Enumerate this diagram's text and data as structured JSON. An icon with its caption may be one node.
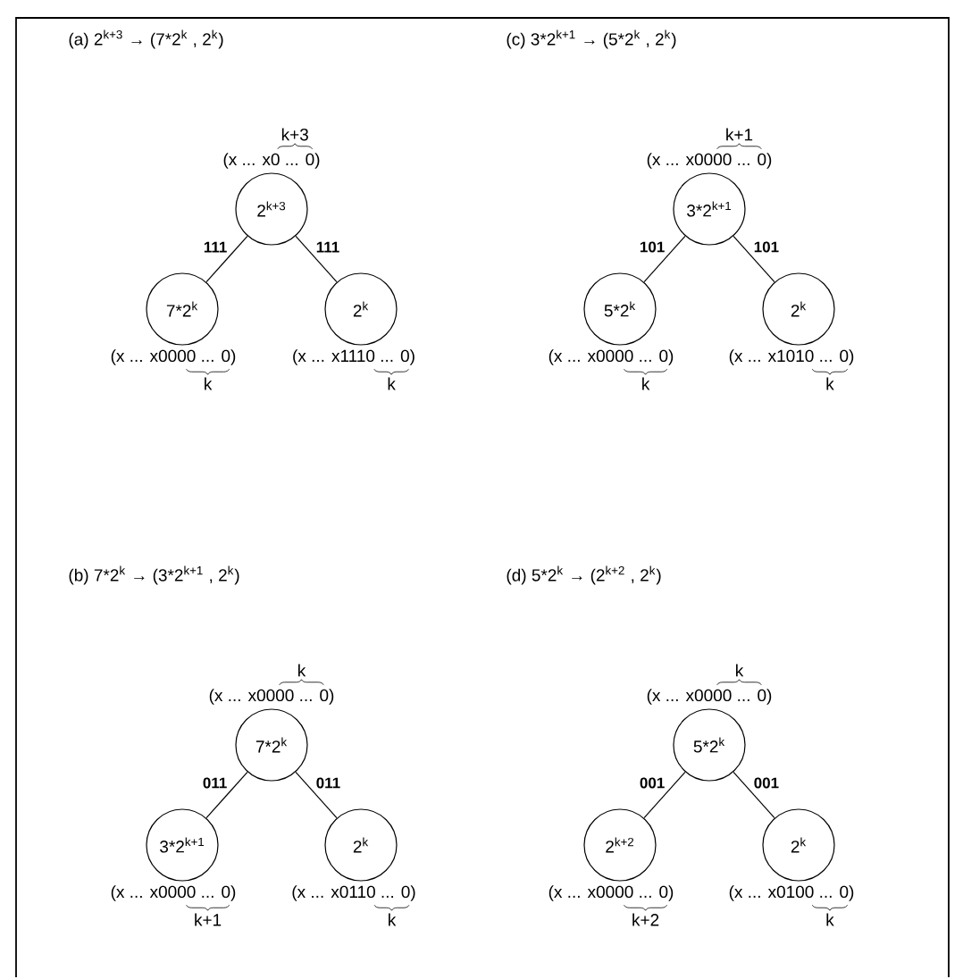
{
  "diagram": {
    "nodes": [
      {
        "text": [
          "2$^{k+3}$"
        ],
        "beside": [
          "k+3",
          "(x ... x0 ... 0)"
        ]
      },
      {
        "text": [
          "7*2$^{k}$"
        ],
        "beside": [
          "(x ... x0000 ... 0)",
          "k"
        ]
      },
      {
        "text": [
          "2$^{k}$"
        ],
        "beside": [
          "(x ... x1110 ... 0)",
          "k"
        ]
      },
      {
        "text": [
          "3*2$^{k+1}$"
        ],
        "beside": [
          "k+1",
          "(x ... x0000 ... 0)"
        ]
      },
      {
        "text": [
          "5*2$^{k}$"
        ],
        "beside": [
          "(x ... x0000 ... 0)",
          "k"
        ]
      },
      {
        "text": [
          "2$^{k}$"
        ],
        "beside": [
          "(x ... x1010 ... 0)",
          "k"
        ]
      },
      {
        "text": [
          "7*2$^{k}$"
        ],
        "beside": [
          "k",
          "(x ... x0000 ... 0)"
        ]
      },
      {
        "text": [
          "3*2$^{k+1}$"
        ],
        "beside": [
          "(x ... x0000 ... 0)",
          "k+1"
        ]
      },
      {
        "text": [
          "2$^{k}$"
        ],
        "beside": [
          "(x ... x0110 ... 0)",
          "k"
        ]
      },
      {
        "text": [
          "5*2$^{k}$"
        ],
        "beside": [
          "k",
          "(x ... x0000 ... 0)"
        ]
      },
      {
        "text": [
          "2$^{k+2}$"
        ],
        "beside": [
          "(x ... x0000 ... 0)",
          "k+2"
        ]
      },
      {
        "text": [
          "2$^{k}$"
        ],
        "beside": [
          "(x ... x0100 ... 0)",
          "k"
        ]
      }
    ],
    "edges": [
      {
        "from": 0,
        "to": 1,
        "arrow": "none",
        "label": "111"
      },
      {
        "from": 0,
        "to": 2,
        "arrow": "none",
        "label": "111"
      },
      {
        "from": 3,
        "to": 4,
        "arrow": "none",
        "label": "101"
      },
      {
        "from": 3,
        "to": 5,
        "arrow": "none",
        "label": "101"
      },
      {
        "from": 6,
        "to": 7,
        "arrow": "none",
        "label": "011"
      },
      {
        "from": 6,
        "to": 8,
        "arrow": "none",
        "label": "011"
      },
      {
        "from": 9,
        "to": 10,
        "arrow": "none",
        "label": "001"
      },
      {
        "from": 9,
        "to": 11,
        "arrow": "none",
        "label": "001"
      }
    ],
    "labels": [
      "(a)  2$^{k+3}$ → (7*2$^{k}$ , 2$^{k}$)",
      "(c)  3*2$^{k+1}$ → (5*2$^{k}$ , 2$^{k}$)",
      "(b)  7*2$^{k}$ → (3*2$^{k+1}$ , 2$^{k}$)",
      "(d)  5*2$^{k}$ → (2$^{k+2}$ , 2$^{k}$)"
    ]
  }
}
